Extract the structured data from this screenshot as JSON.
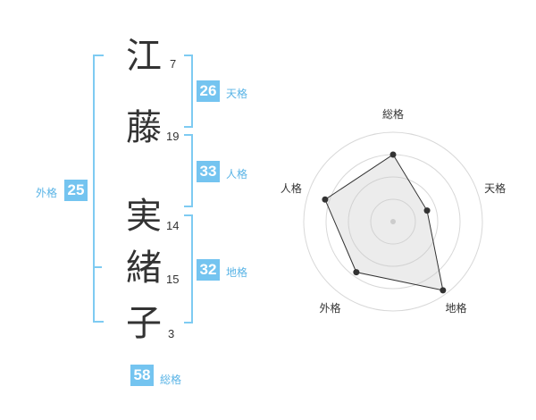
{
  "name_chars": [
    {
      "char": "江",
      "strokes": "7"
    },
    {
      "char": "藤",
      "strokes": "19"
    },
    {
      "char": "実",
      "strokes": "14"
    },
    {
      "char": "緒",
      "strokes": "15"
    },
    {
      "char": "子",
      "strokes": "3"
    }
  ],
  "fortunes": {
    "tenkaku": {
      "value": "26",
      "label": "天格"
    },
    "jinkaku": {
      "value": "33",
      "label": "人格"
    },
    "chikaku": {
      "value": "32",
      "label": "地格"
    },
    "gaikaku": {
      "value": "25",
      "label": "外格"
    },
    "soukaku": {
      "value": "58",
      "label": "総格"
    }
  },
  "colors": {
    "accent": "#74c4f0",
    "bracket": "#7ecbf2",
    "label": "#5ab4e6"
  },
  "chart_data": {
    "type": "radar",
    "axes": [
      "総格",
      "天格",
      "地格",
      "外格",
      "人格"
    ],
    "values": [
      0.75,
      0.4,
      0.95,
      0.7,
      0.8
    ],
    "max": 1.0,
    "rings": 4
  }
}
